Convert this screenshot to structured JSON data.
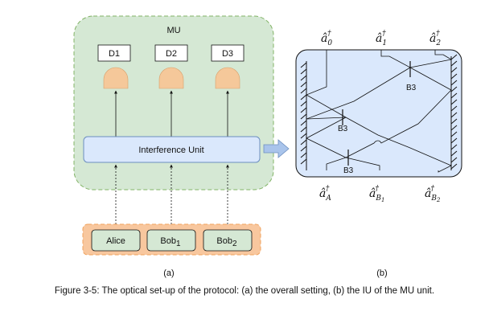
{
  "mu": {
    "title": "MU",
    "detectors": [
      "D1",
      "D2",
      "D3"
    ],
    "interference_unit": "Interference Unit"
  },
  "sources": {
    "alice": "Alice",
    "bob1_base": "Bob",
    "bob1_sub": "1",
    "bob2_base": "Bob",
    "bob2_sub": "2"
  },
  "iu": {
    "splitter_label": "B3",
    "outputs": [
      {
        "sym": "â",
        "sub": "0",
        "sup": "†"
      },
      {
        "sym": "â",
        "sub": "1",
        "sup": "†"
      },
      {
        "sym": "â",
        "sub": "2",
        "sup": "†"
      }
    ],
    "inputs": [
      {
        "sym": "â",
        "sub": "A",
        "subsub": "",
        "sup": "†"
      },
      {
        "sym": "â",
        "sub": "B",
        "subsub": "1",
        "sup": "†"
      },
      {
        "sym": "â",
        "sub": "B",
        "subsub": "2",
        "sup": "†"
      }
    ]
  },
  "panel_labels": {
    "a": "(a)",
    "b": "(b)"
  },
  "caption": "Figure 3-5: The optical set-up of the protocol: (a) the overall setting, (b) the IU of the MU unit.",
  "colors": {
    "mu_fill": "#d5e8d4",
    "mu_border": "#82b366",
    "iu_fill": "#dae8fc",
    "iu_border": "#6c8ebf",
    "detector_fill": "#f5c89a",
    "source_fill": "#d5e8d4",
    "source_band": "#f8c79e",
    "source_band_border": "#f0a35e"
  }
}
